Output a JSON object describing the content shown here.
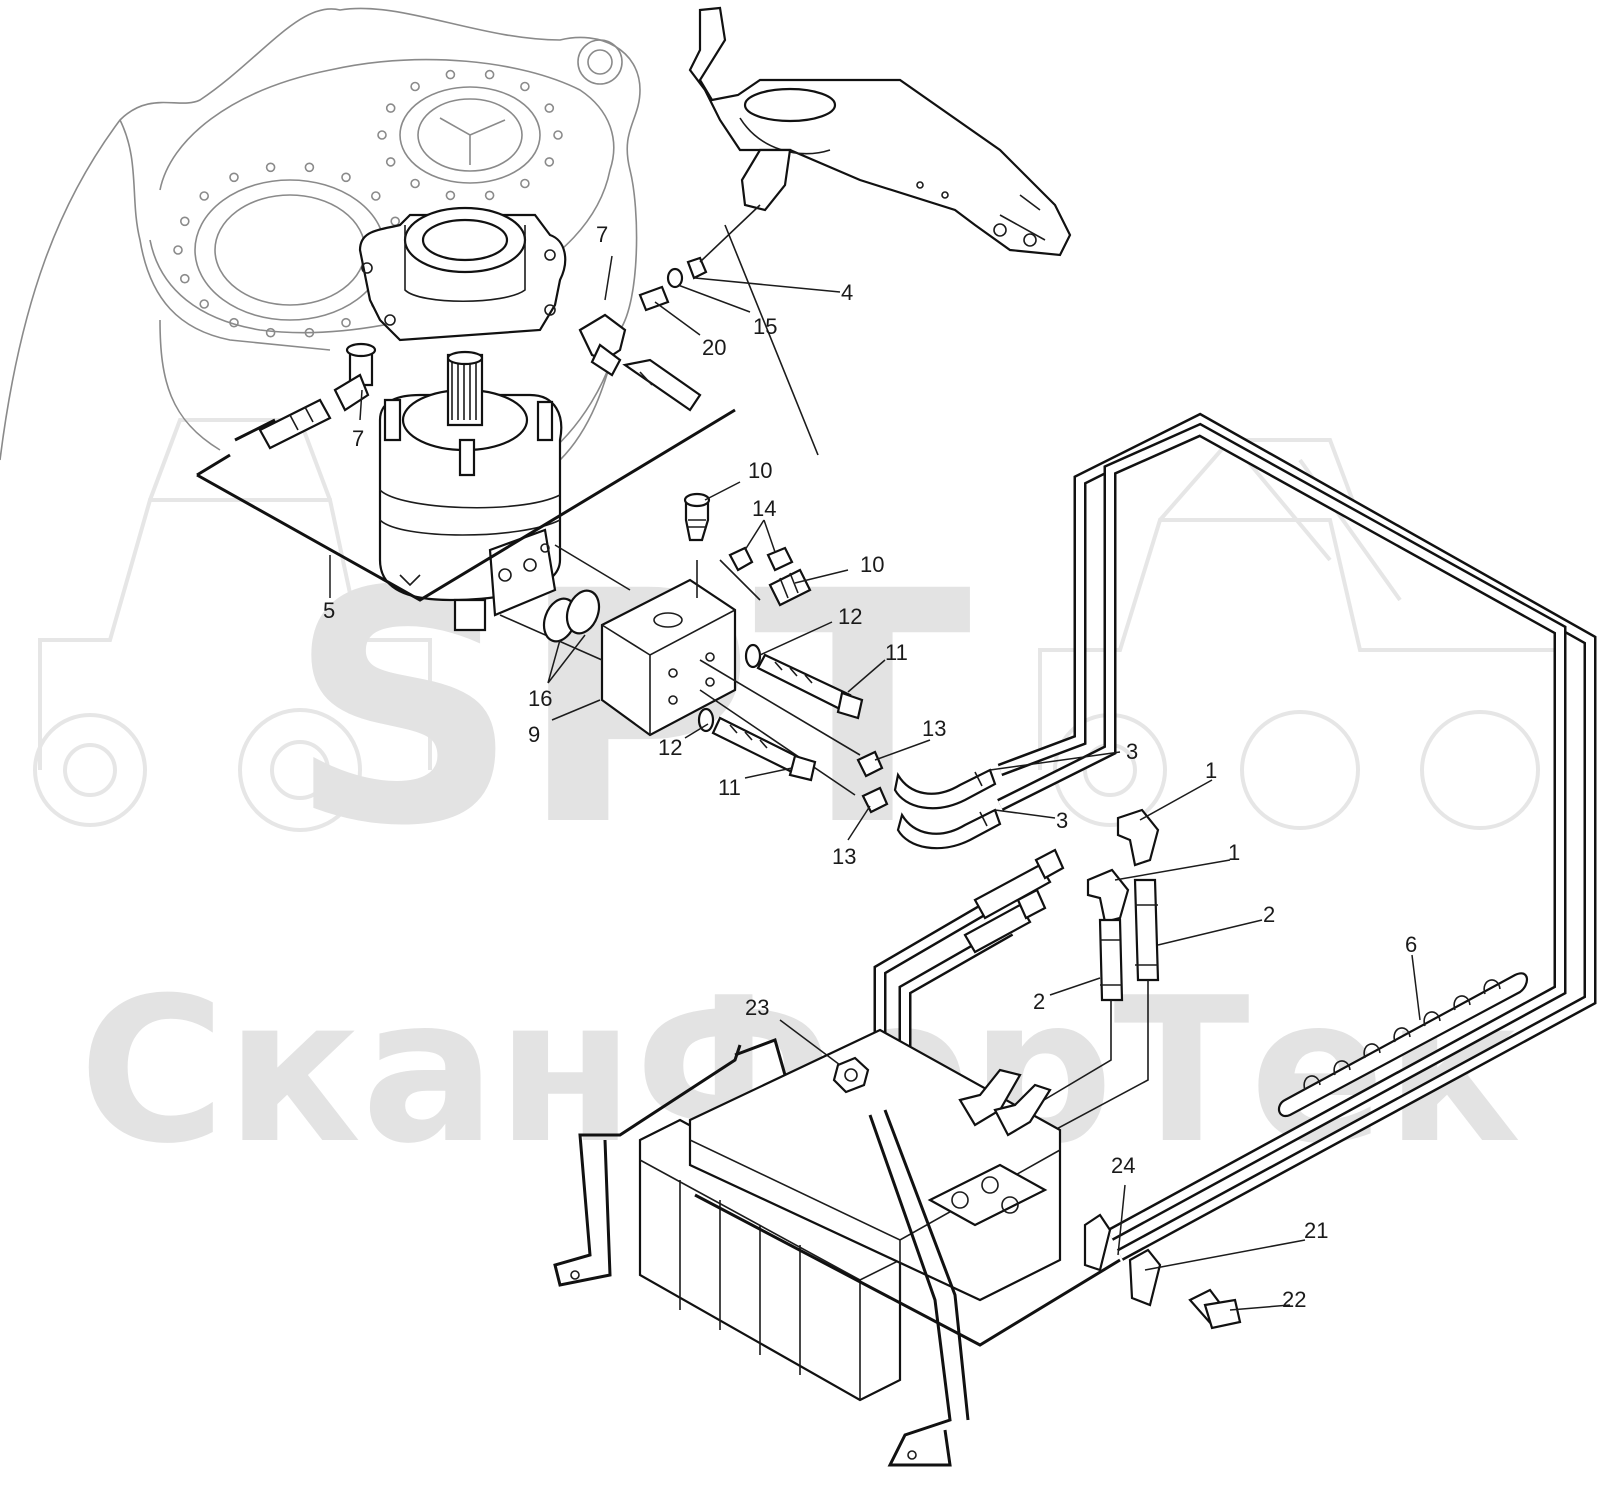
{
  "watermark": {
    "brand_top": "SPT",
    "brand_bottom": "СканФорТек"
  },
  "callouts": [
    {
      "id": "c1a",
      "label": "1"
    },
    {
      "id": "c1b",
      "label": "1"
    },
    {
      "id": "c2a",
      "label": "2"
    },
    {
      "id": "c2b",
      "label": "2"
    },
    {
      "id": "c3a",
      "label": "3"
    },
    {
      "id": "c3b",
      "label": "3"
    },
    {
      "id": "c4",
      "label": "4"
    },
    {
      "id": "c5",
      "label": "5"
    },
    {
      "id": "c6",
      "label": "6"
    },
    {
      "id": "c7a",
      "label": "7"
    },
    {
      "id": "c7b",
      "label": "7"
    },
    {
      "id": "c9",
      "label": "9"
    },
    {
      "id": "c10a",
      "label": "10"
    },
    {
      "id": "c10b",
      "label": "10"
    },
    {
      "id": "c11a",
      "label": "11"
    },
    {
      "id": "c11b",
      "label": "11"
    },
    {
      "id": "c12a",
      "label": "12"
    },
    {
      "id": "c12b",
      "label": "12"
    },
    {
      "id": "c13a",
      "label": "13"
    },
    {
      "id": "c13b",
      "label": "13"
    },
    {
      "id": "c14",
      "label": "14"
    },
    {
      "id": "c15",
      "label": "15"
    },
    {
      "id": "c16",
      "label": "16"
    },
    {
      "id": "c20",
      "label": "20"
    },
    {
      "id": "c21",
      "label": "21"
    },
    {
      "id": "c22",
      "label": "22"
    },
    {
      "id": "c23",
      "label": "23"
    },
    {
      "id": "c24",
      "label": "24"
    }
  ]
}
